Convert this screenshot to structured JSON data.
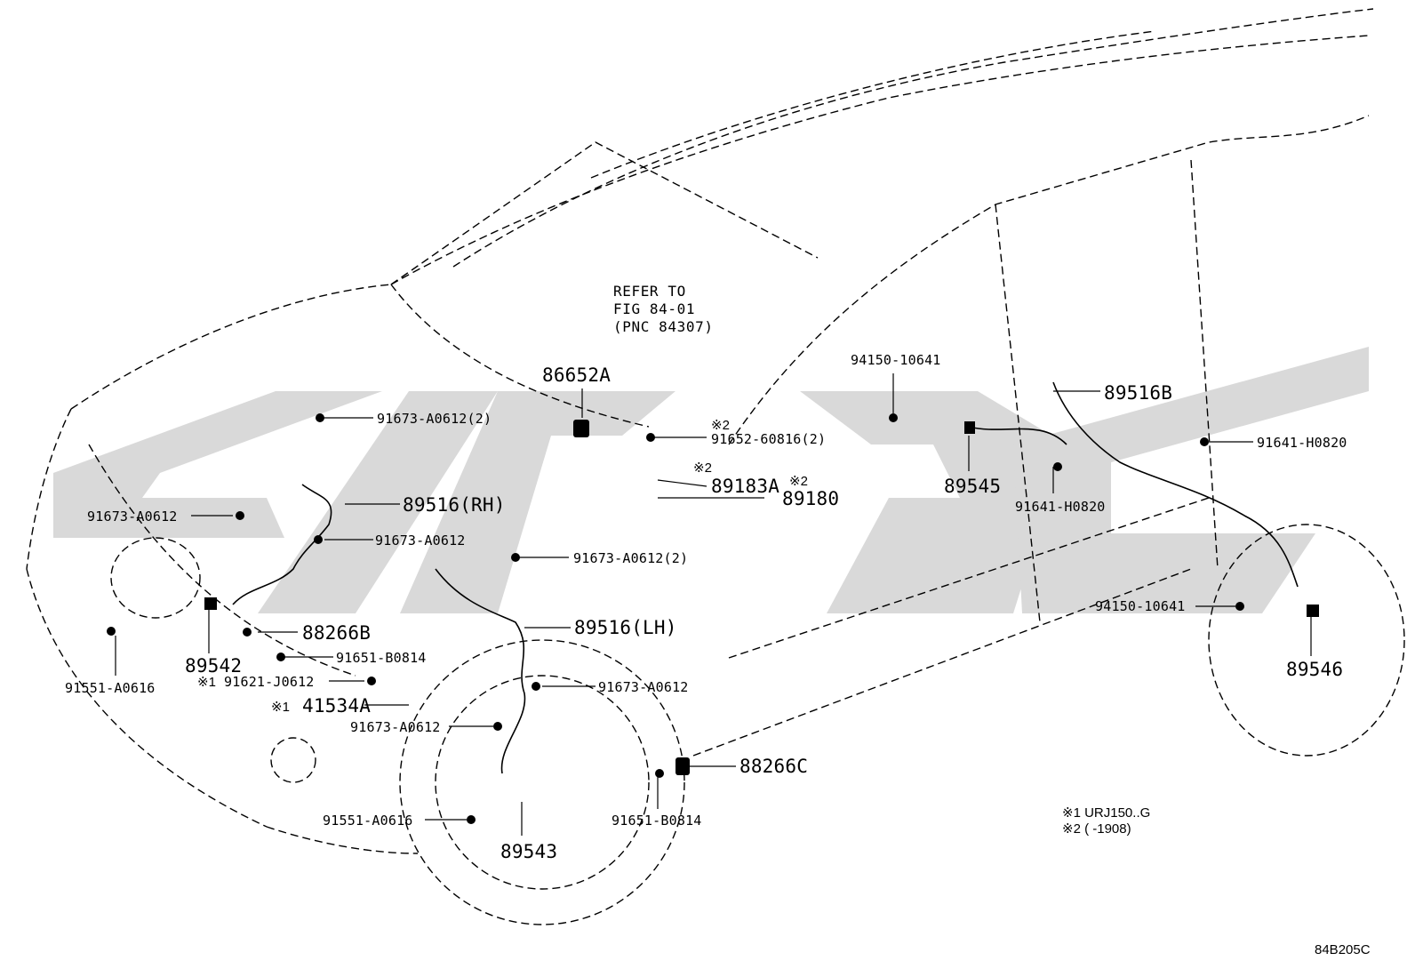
{
  "diagram": {
    "reference": {
      "line1": "REFER TO",
      "line2": "FIG 84-01",
      "line3": "(PNC 84307)"
    },
    "parts": {
      "p86652A": "86652A",
      "p91673_a06612_2_top": "91673-A0612(2)",
      "p91652_60816_2": "91652-60816(2)",
      "p89183A": "89183A",
      "p89180": "89180",
      "p89516RH": "89516(RH)",
      "p91673_a0612_left": "91673-A0612",
      "p91673_a0612_mid": "91673-A0612",
      "p91673_a0612_2_mid": "91673-A0612(2)",
      "p89542": "89542",
      "p88266B": "88266B",
      "p91551_a0616_left": "91551-A0616",
      "p91651_b0814_left": "91651-B0814",
      "p91621_j0612": "91621-J0612",
      "p41534A": "41534A",
      "p89516LH": "89516(LH)",
      "p91673_a0612_lower": "91673-A0612",
      "p91673_a0612_lower2": "91673-A0612",
      "p88266C": "88266C",
      "p91551_a0616_low": "91551-A0616",
      "p91651_b0814_low": "91651-B0814",
      "p89543": "89543",
      "p94150_10641_top": "94150-10641",
      "p89516B": "89516B",
      "p89545": "89545",
      "p91641_h0820_right": "91641-H0820",
      "p91641_h0820_mid": "91641-H0820",
      "p94150_10641_low": "94150-10641",
      "p89546": "89546"
    },
    "markers": {
      "m1": "※1",
      "m2": "※2"
    },
    "notes": {
      "note1": "※1 URJ150..G",
      "note2": "※2 (         -1908)"
    },
    "figure_code": "84B205C",
    "colors": {
      "line": "#000000",
      "watermark": "#d9d9d9"
    }
  }
}
